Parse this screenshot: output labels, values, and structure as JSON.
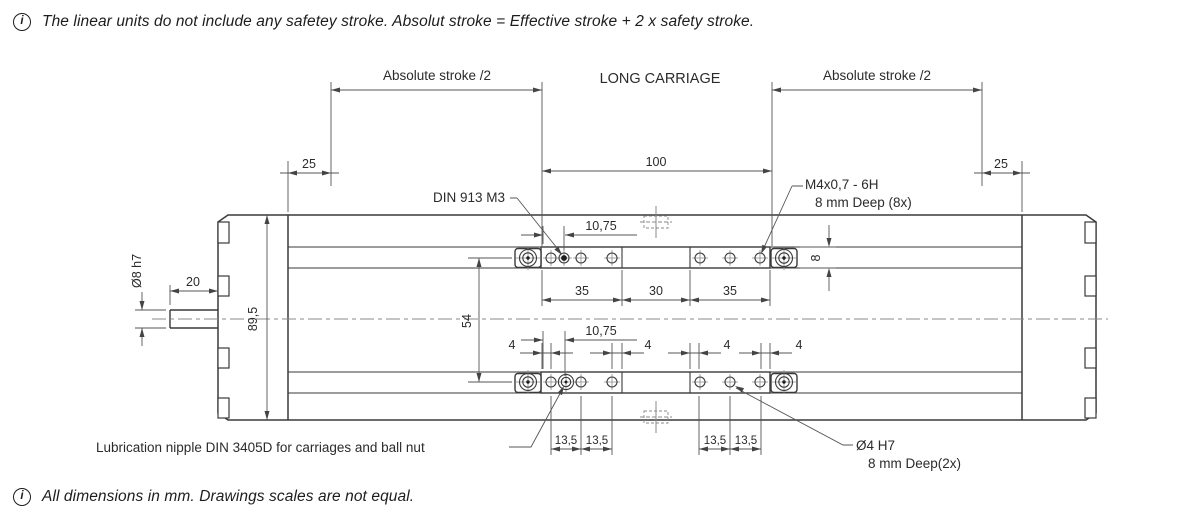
{
  "notes": {
    "icon": "i",
    "top": "The linear units do not include any safetey stroke. Absolut stroke = Effective stroke + 2 x safety stroke.",
    "bottom": "All dimensions in mm. Drawings scales are not equal."
  },
  "title": "LONG CARRIAGE",
  "labels": {
    "absL": "Absolute stroke /2",
    "absR": "Absolute stroke /2",
    "din": "DIN 913 M3",
    "m4a": "M4x0,7 - 6H",
    "m4b": "8 mm Deep (8x)",
    "lube": "Lubrication nipple DIN 3405D for carriages and ball nut",
    "o4a": "Ø4 H7",
    "o4b": "8 mm Deep(2x)"
  },
  "dims": {
    "d25L": "25",
    "d25R": "25",
    "d100": "100",
    "d1075t": "10,75",
    "d1075b": "10,75",
    "d35a": "35",
    "d30": "30",
    "d35b": "35",
    "d8": "8",
    "d54": "54",
    "d895": "89,5",
    "d20": "20",
    "dO8": "Ø8 h7",
    "d4a": "4",
    "d4b": "4",
    "d4c": "4",
    "d4d": "4",
    "d135a": "13,5",
    "d135b": "13,5",
    "d135c": "13,5",
    "d135d": "13,5"
  },
  "colors": {
    "line": "#3a3a3a",
    "dim": "#555555",
    "text": "#2b2b2b"
  }
}
